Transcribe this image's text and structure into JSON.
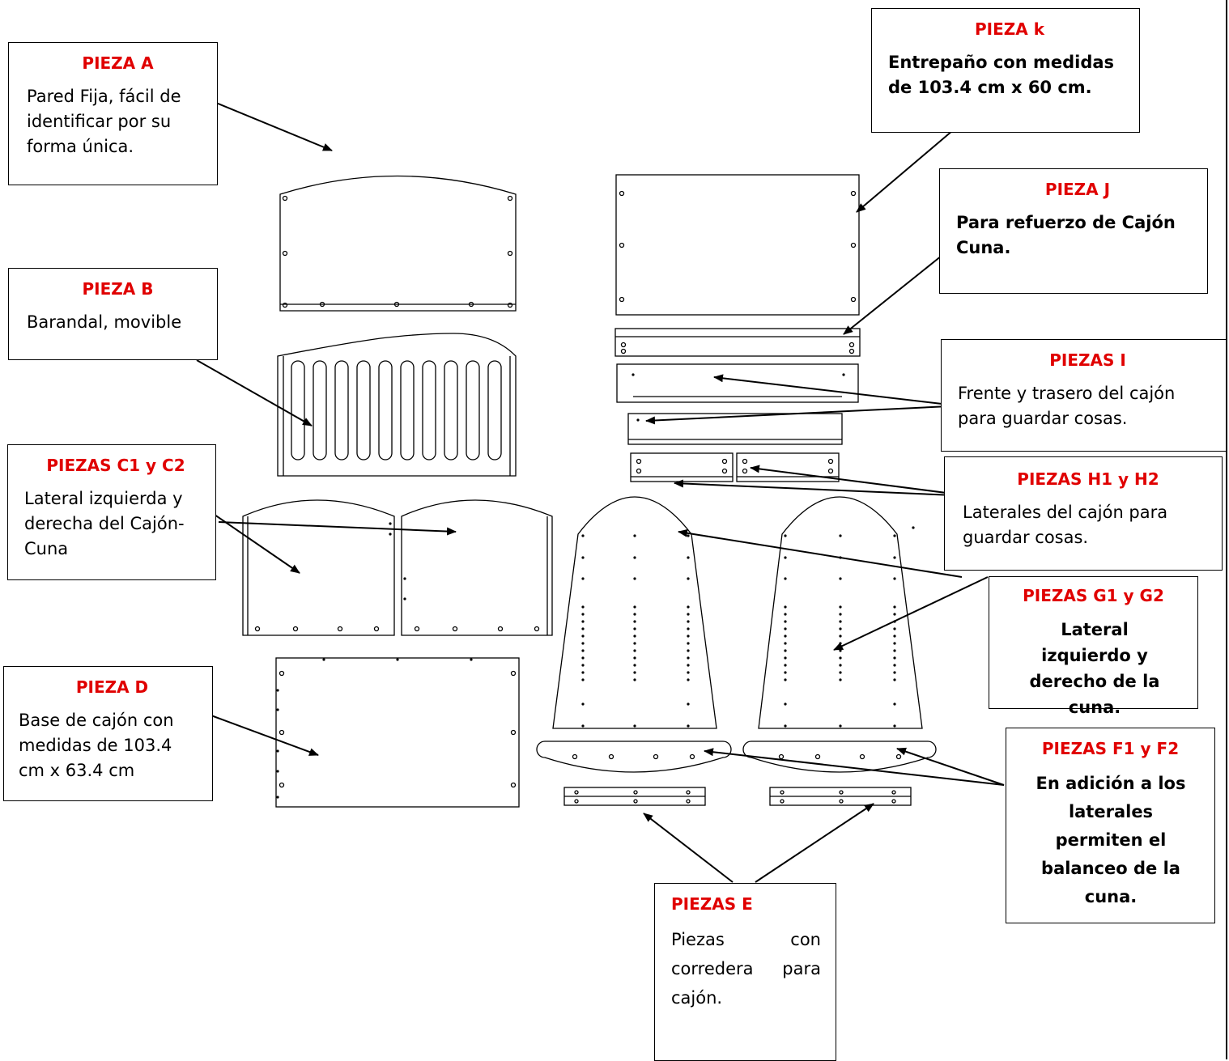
{
  "labels": {
    "pieza_a": {
      "title": "PIEZA A",
      "desc": "Pared Fija, fácil de identificar por su forma única."
    },
    "pieza_b": {
      "title": "PIEZA B",
      "desc": "Barandal, movible"
    },
    "piezas_c": {
      "title": "PIEZAS C1 y C2",
      "desc": "Lateral izquierda y derecha del Cajón- Cuna"
    },
    "pieza_d": {
      "title": "PIEZA D",
      "desc": "Base de cajón con medidas de 103.4 cm x 63.4 cm"
    },
    "piezas_e": {
      "title": "PIEZAS E",
      "desc": "Piezas con corredera para cajón."
    },
    "piezas_f": {
      "title": "PIEZAS F1 y F2",
      "desc": "En adición a los laterales permiten el balanceo de la cuna."
    },
    "piezas_g": {
      "title": "PIEZAS G1 y G2",
      "desc": "Lateral izquierdo y derecho de la cuna."
    },
    "piezas_h": {
      "title": "PIEZAS H1 y H2",
      "desc": "Laterales del cajón para guardar cosas."
    },
    "piezas_i": {
      "title": "PIEZAS I",
      "desc": "Frente y trasero del cajón para guardar cosas."
    },
    "pieza_j": {
      "title": "PIEZA J",
      "desc": "Para refuerzo de Cajón Cuna."
    },
    "pieza_k": {
      "title": "PIEZA k",
      "desc": "Entrepaño con medidas de 103.4 cm x 60 cm."
    }
  },
  "colors": {
    "title_red": "#e00000",
    "line": "#000000"
  }
}
